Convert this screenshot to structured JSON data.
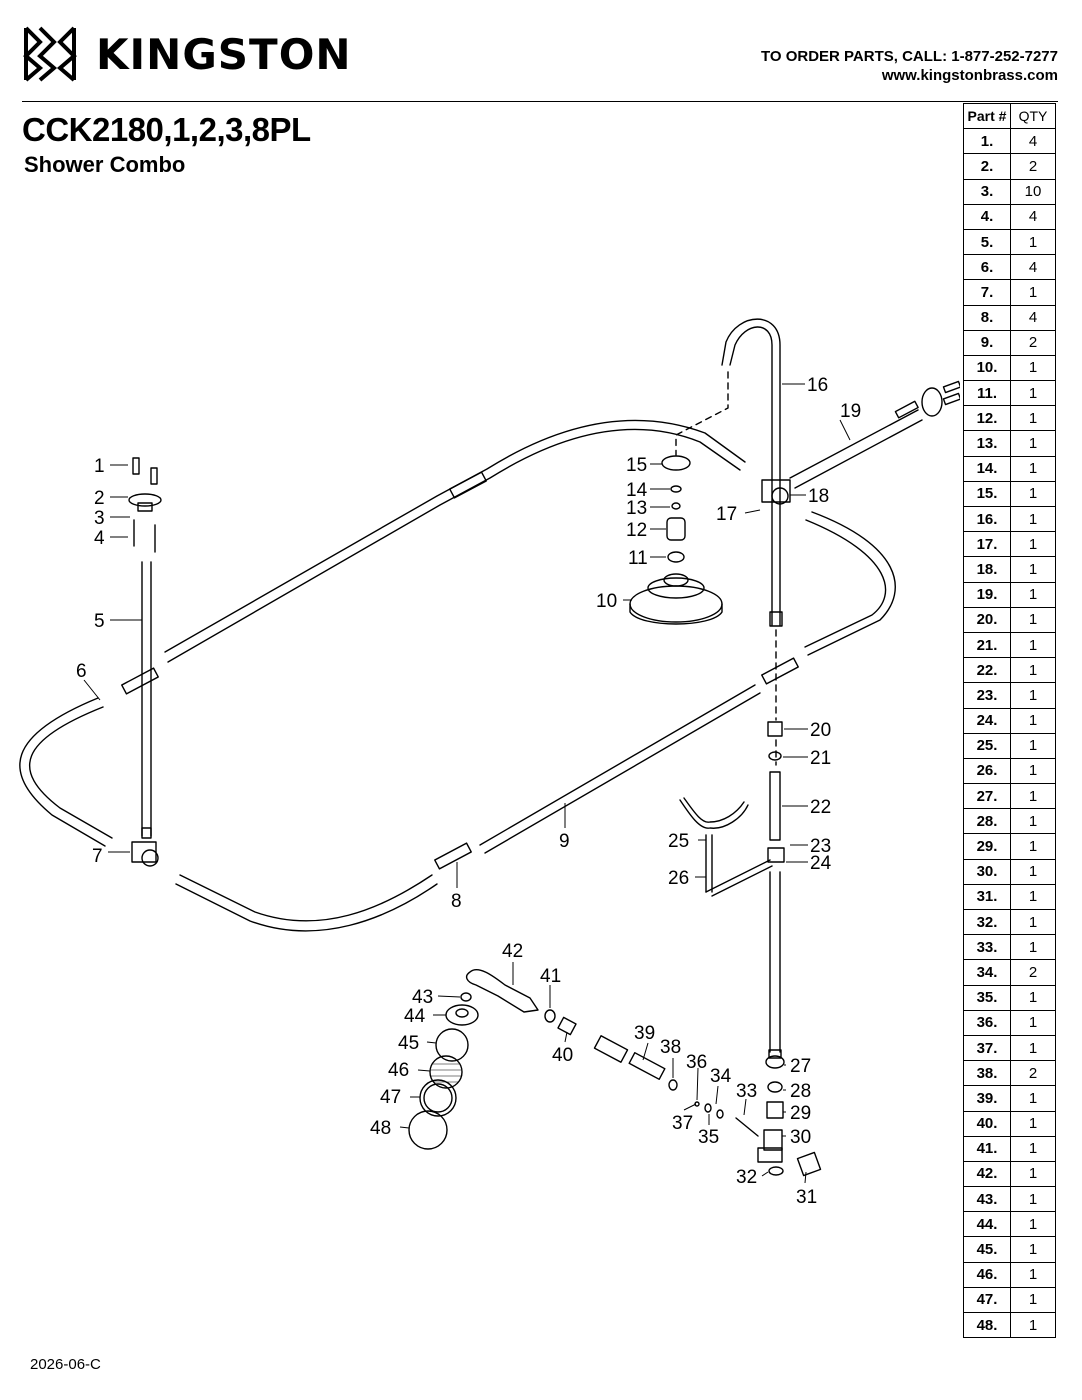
{
  "brand": {
    "name": "KINGSTON"
  },
  "order_info": {
    "phone_line": "TO ORDER PARTS, CALL: 1-877-252-7277",
    "website": "www.kingstonbrass.com"
  },
  "product": {
    "model": "CCK2180,1,2,3,8PL",
    "name": "Shower Combo"
  },
  "parts_table": {
    "headers": [
      "Part #",
      "QTY"
    ],
    "rows": [
      {
        "part": "1.",
        "qty": "4"
      },
      {
        "part": "2.",
        "qty": "2"
      },
      {
        "part": "3.",
        "qty": "10"
      },
      {
        "part": "4.",
        "qty": "4"
      },
      {
        "part": "5.",
        "qty": "1"
      },
      {
        "part": "6.",
        "qty": "4"
      },
      {
        "part": "7.",
        "qty": "1"
      },
      {
        "part": "8.",
        "qty": "4"
      },
      {
        "part": "9.",
        "qty": "2"
      },
      {
        "part": "10.",
        "qty": "1"
      },
      {
        "part": "11.",
        "qty": "1"
      },
      {
        "part": "12.",
        "qty": "1"
      },
      {
        "part": "13.",
        "qty": "1"
      },
      {
        "part": "14.",
        "qty": "1"
      },
      {
        "part": "15.",
        "qty": "1"
      },
      {
        "part": "16.",
        "qty": "1"
      },
      {
        "part": "17.",
        "qty": "1"
      },
      {
        "part": "18.",
        "qty": "1"
      },
      {
        "part": "19.",
        "qty": "1"
      },
      {
        "part": "20.",
        "qty": "1"
      },
      {
        "part": "21.",
        "qty": "1"
      },
      {
        "part": "22.",
        "qty": "1"
      },
      {
        "part": "23.",
        "qty": "1"
      },
      {
        "part": "24.",
        "qty": "1"
      },
      {
        "part": "25.",
        "qty": "1"
      },
      {
        "part": "26.",
        "qty": "1"
      },
      {
        "part": "27.",
        "qty": "1"
      },
      {
        "part": "28.",
        "qty": "1"
      },
      {
        "part": "29.",
        "qty": "1"
      },
      {
        "part": "30.",
        "qty": "1"
      },
      {
        "part": "31.",
        "qty": "1"
      },
      {
        "part": "32.",
        "qty": "1"
      },
      {
        "part": "33.",
        "qty": "1"
      },
      {
        "part": "34.",
        "qty": "2"
      },
      {
        "part": "35.",
        "qty": "1"
      },
      {
        "part": "36.",
        "qty": "1"
      },
      {
        "part": "37.",
        "qty": "1"
      },
      {
        "part": "38.",
        "qty": "2"
      },
      {
        "part": "39.",
        "qty": "1"
      },
      {
        "part": "40.",
        "qty": "1"
      },
      {
        "part": "41.",
        "qty": "1"
      },
      {
        "part": "42.",
        "qty": "1"
      },
      {
        "part": "43.",
        "qty": "1"
      },
      {
        "part": "44.",
        "qty": "1"
      },
      {
        "part": "45.",
        "qty": "1"
      },
      {
        "part": "46.",
        "qty": "1"
      },
      {
        "part": "47.",
        "qty": "1"
      },
      {
        "part": "48.",
        "qty": "1"
      }
    ]
  },
  "callouts": [
    "1",
    "2",
    "3",
    "4",
    "5",
    "6",
    "7",
    "8",
    "9",
    "10",
    "11",
    "12",
    "13",
    "14",
    "15",
    "16",
    "17",
    "18",
    "19",
    "20",
    "21",
    "22",
    "23",
    "24",
    "25",
    "26",
    "27",
    "28",
    "29",
    "30",
    "31",
    "32",
    "33",
    "34",
    "35",
    "36",
    "37",
    "38",
    "39",
    "40",
    "41",
    "42",
    "43",
    "44",
    "45",
    "46",
    "47",
    "48"
  ],
  "document_code": "2026-06-C"
}
